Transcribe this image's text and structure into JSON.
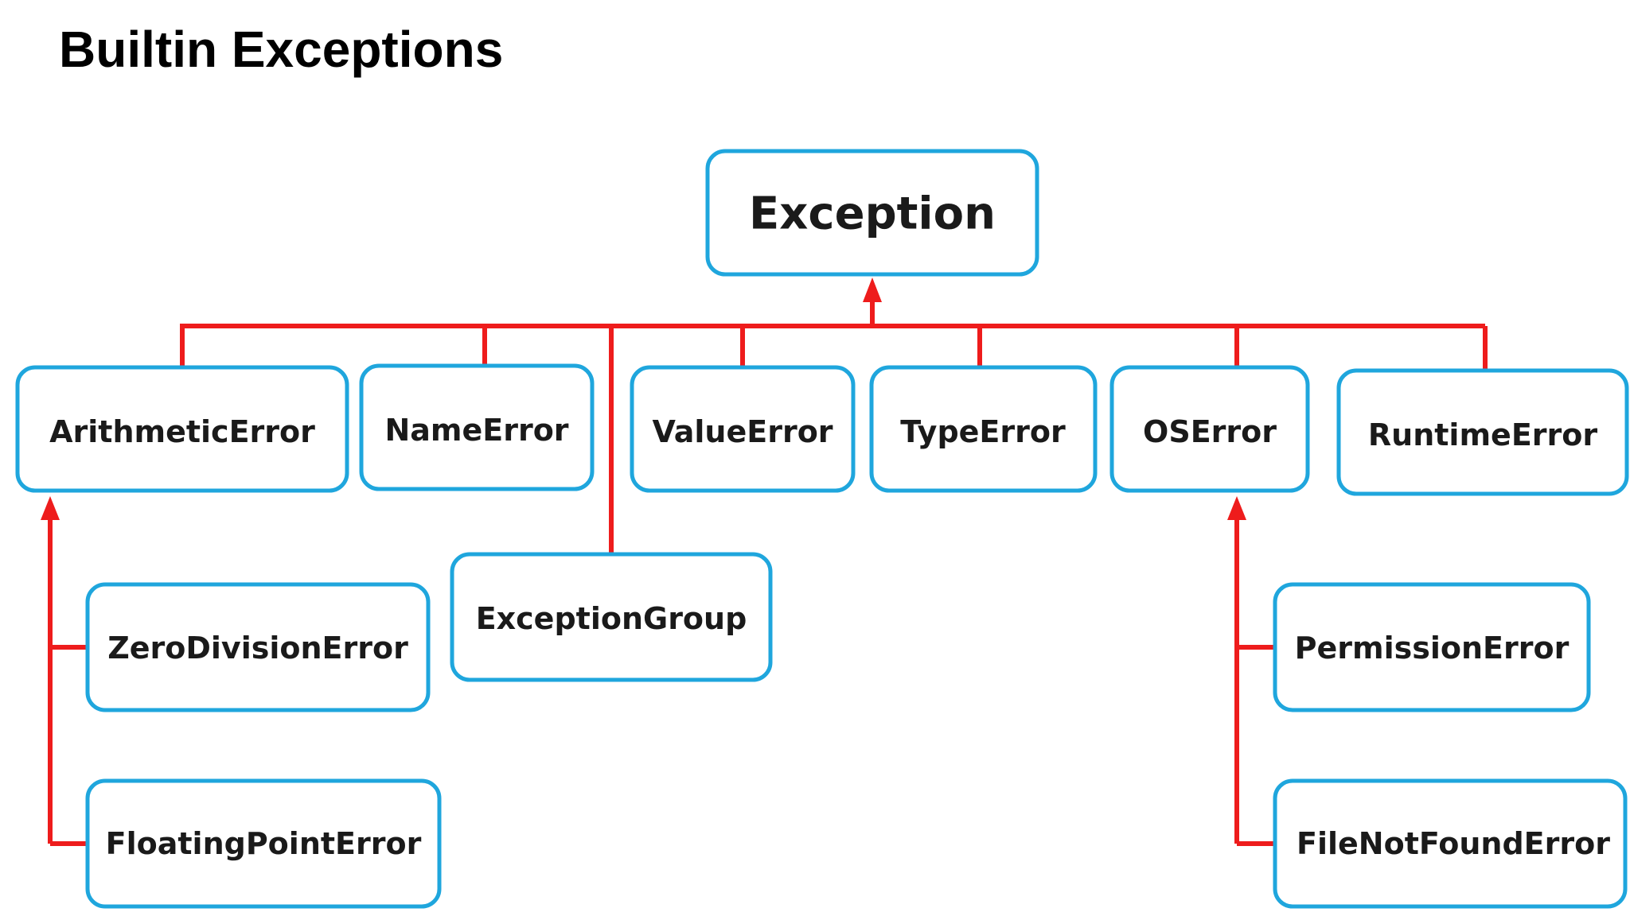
{
  "title": "Builtin Exceptions",
  "colors": {
    "connector": "#ee1c1c",
    "node_border": "#1fa6dd",
    "node_text": "#1a1a1a"
  },
  "nodes": {
    "root": "Exception",
    "arithmetic_error": "ArithmeticError",
    "name_error": "NameError",
    "value_error": "ValueError",
    "type_error": "TypeError",
    "os_error": "OSError",
    "runtime_error": "RuntimeError",
    "exception_group": "ExceptionGroup",
    "zero_division_error": "ZeroDivisionError",
    "floating_point_error": "FloatingPointError",
    "permission_error": "PermissionError",
    "file_not_found_error": "FileNotFoundError"
  },
  "edges": [
    {
      "from": "ArithmeticError",
      "to": "Exception"
    },
    {
      "from": "NameError",
      "to": "Exception"
    },
    {
      "from": "ExceptionGroup",
      "to": "Exception"
    },
    {
      "from": "ValueError",
      "to": "Exception"
    },
    {
      "from": "TypeError",
      "to": "Exception"
    },
    {
      "from": "OSError",
      "to": "Exception"
    },
    {
      "from": "RuntimeError",
      "to": "Exception"
    },
    {
      "from": "ZeroDivisionError",
      "to": "ArithmeticError"
    },
    {
      "from": "FloatingPointError",
      "to": "ArithmeticError"
    },
    {
      "from": "PermissionError",
      "to": "OSError"
    },
    {
      "from": "FileNotFoundError",
      "to": "OSError"
    }
  ]
}
